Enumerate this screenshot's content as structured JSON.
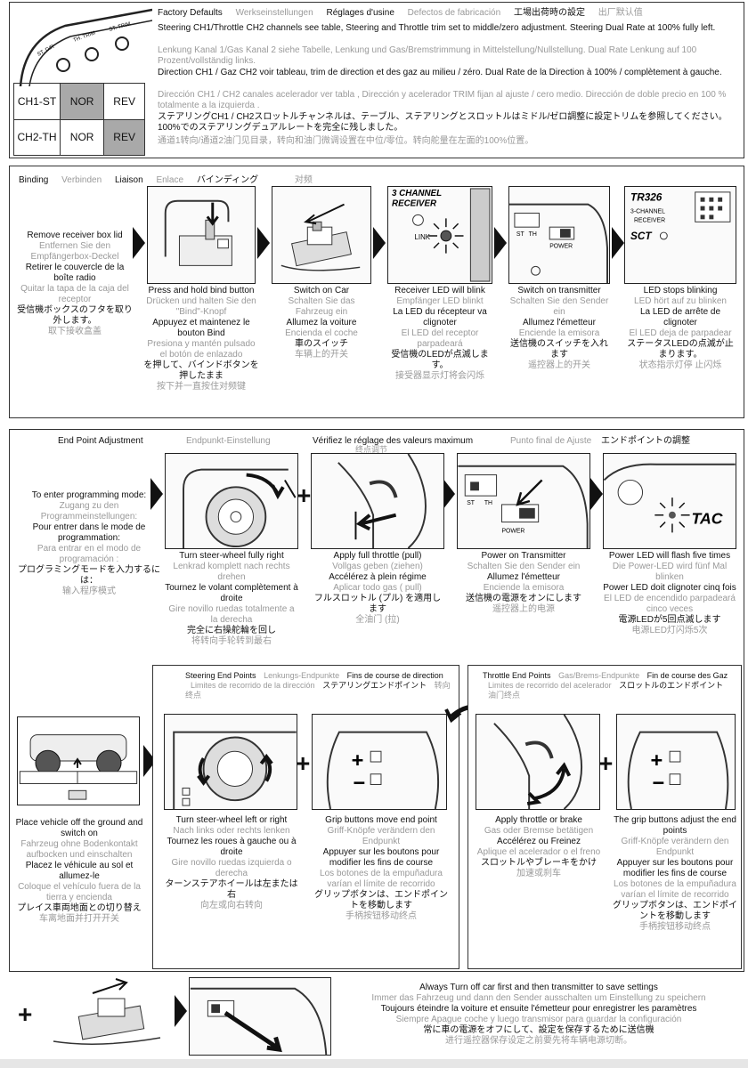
{
  "factory": {
    "headings": [
      "Factory Defaults",
      "Werkseinstellungen",
      "Réglages d'usine",
      "Defectos de fabricación",
      "工場出荷時の設定",
      "出厂默认值"
    ],
    "p_en": "Steering CH1/Throttle CH2 channels see table, Steering and Throttle trim set to middle/zero adjustment. Steering Dual Rate at 100% fully left.",
    "p_de": "Lenkung Kanal 1/Gas Kanal 2 siehe Tabelle, Lenkung und Gas/Bremstrimmung in Mittelstellung/Nullstellung. Dual Rate Lenkung auf 100 Prozent/vollständig links.",
    "p_fr": "Direction CH1 / Gaz CH2 voir tableau, trim de direction et des gaz au milieu / zéro. Dual Rate de la Direction à 100% / complètement à gauche.",
    "p_es": "Dirección CH1 / CH2 canales acelerador ver tabla , Dirección y acelerador TRIM fijan al ajuste / cero medio. Dirección de doble precio en 100 % totalmente a la izquierda .",
    "p_ja": "ステアリングCH1 / CH2スロットルチャンネルは、テーブル、ステアリングとスロットルはミドル/ゼロ調整に設定トリムを参照してください。 100%でのステアリングデュアルレートを完全に残しました。",
    "p_zh": "通道1转向/通道2油门见目录，转向和油门微调设置在中位/零位。转向舵量在左面的100%位置。",
    "knob_labels": [
      "ST. D/R",
      "TH. TRIM",
      "ST. TRIM"
    ],
    "table": [
      [
        "CH1-ST",
        "NOR",
        "REV"
      ],
      [
        "CH2-TH",
        "NOR",
        "REV"
      ]
    ]
  },
  "binding": {
    "headings": [
      "Binding",
      "Verbinden",
      "Liaison",
      "Enlace",
      "バインディング",
      "对频"
    ],
    "intro": {
      "en": "Remove receiver box lid",
      "de": "Entfernen Sie den Empfängerbox-Deckel",
      "fr": "Retirer le couvercle de la boîte radio",
      "es": "Quitar la tapa de la caja del receptor",
      "ja": "受信機ボックスのフタを取り外します。",
      "zh": "取下接收盒盖"
    },
    "steps": [
      {
        "en": "Press and hold bind button",
        "de": "Drücken und halten Sie den \"Bind\"-Knopf",
        "fr": "Appuyez et maintenez le bouton Bind",
        "es": "Presiona y mantén pulsado el botón de enlazado",
        "ja": "を押して、バインドボタンを押したまま",
        "zh": "按下并一直按住对频键"
      },
      {
        "en": "Switch on Car",
        "de": "Schalten Sie das Fahrzeug ein",
        "fr": "Allumez la voiture",
        "es": "Encienda el coche",
        "ja": "車のスイッチ",
        "zh": "车辆上的开关"
      },
      {
        "en": "Receiver LED will blink",
        "de": "Empfänger LED blinkt",
        "fr": "La LED du récepteur va clignoter",
        "es": "El LED del receptor parpadeará",
        "ja": "受信機のLEDが点滅します。",
        "zh": "接受器显示灯将会闪烁"
      },
      {
        "en": "Switch on transmitter",
        "de": "Schalten Sie den Sender ein",
        "fr": "Allumez l'émetteur",
        "es": "Enciende la emisora",
        "ja": "送信機のスイッチを入れます",
        "zh": "遥控器上的开关"
      },
      {
        "en": "LED stops blinking",
        "de": "LED hört auf zu blinken",
        "fr": "La LED de arrête de clignoter",
        "es": "El LED deja de parpadear",
        "ja": "ステータスLEDの点滅が止まります。",
        "zh": "状态指示灯停 止闪烁"
      }
    ],
    "fig_text": {
      "channel": "3 CHANNEL",
      "receiver": "RECEIVER",
      "link": "LINK",
      "model": "TR326",
      "three_ch": "3-CHANNEL",
      "receiver2": "RECEIVER",
      "sct": "SCT",
      "power": "POWER",
      "st": "ST",
      "th": "TH"
    }
  },
  "endpoint": {
    "headings": [
      "End Point Adjustment",
      "Endpunkt-Einstellung",
      "Vérifiez le réglage des valeurs maximum",
      "Punto final de Ajuste",
      "エンドポイントの調整"
    ],
    "overlap": "终点调节",
    "intro": {
      "en": "To enter programming mode:",
      "de": "Zugang zu den Programmeinstellungen:",
      "fr": "Pour entrer dans le mode de programmation:",
      "es": "Para entrar en el modo de programación :",
      "ja": "プログラミングモードを入力するには：",
      "zh": "输入程序模式"
    },
    "steps": [
      {
        "en": "Turn steer-wheel fully right",
        "de": "Lenkrad komplett nach rechts drehen",
        "fr": "Tournez le volant complètement à droite",
        "es": "Gire novillo ruedas totalmente a la derecha",
        "ja": "完全に右操舵輪を回し",
        "zh": "将转向手轮转到最右"
      },
      {
        "en": "Apply full throttle (pull)",
        "de": "Vollgas geben (ziehen)",
        "fr": "Accélérez à plein régime",
        "es": "Aplicar todo gas ( pull)",
        "ja": "フルスロットル (プル) を適用します",
        "zh": "全油门 (拉)"
      },
      {
        "en": "Power on Transmitter",
        "de": "Schalten Sie den Sender ein",
        "fr": "Allumez l'émetteur",
        "es": "Enciende la emisora",
        "ja": "送信機の電源をオンにします",
        "zh": "遥控器上的电源"
      },
      {
        "en": "Power LED will flash five times",
        "de": "Die Power-LED wird fünf Mal blinken",
        "fr": "Power LED doit clignoter cinq fois",
        "es": "El LED de encendido parpadeará cinco veces",
        "ja": "電源LEDが5回点滅します",
        "zh": "电源LED灯闪烁5次"
      }
    ],
    "fig_text": {
      "tac": "TAC",
      "power": "POWER",
      "st": "ST",
      "th": "TH"
    }
  },
  "steering_ep": {
    "headings": [
      "Steering End Points",
      "Lenkungs-Endpunkte",
      "Fins de course de direction",
      "Limites de recorrido de la dirección",
      "ステアリングエンドポイント",
      "转向终点"
    ],
    "steps": [
      {
        "en": "Turn steer-wheel left or right",
        "de": "Nach links oder rechts lenken",
        "fr": "Tournez les roues à gauche ou à droite",
        "es": "Gire novillo ruedas izquierda o derecha",
        "ja": "ターンステアホイールは左または右",
        "zh": "向左或向右转向"
      },
      {
        "en": "Grip buttons move end point",
        "de": "Griff-Knöpfe verändern den Endpunkt",
        "fr": "Appuyer sur les boutons pour modifier les fins de course",
        "es": "Los botones de la empuñadura varían el límite de recorrido",
        "ja": "グリップボタンは、エンドポイントを移動します",
        "zh": "手柄按钮移动终点"
      }
    ]
  },
  "throttle_ep": {
    "headings": [
      "Throttle End Points",
      "Gas/Brems-Endpunkte",
      "Fin de course des Gaz",
      "Limites de recorrido del acelerador",
      "スロットルのエンドポイント",
      "油门终点"
    ],
    "steps": [
      {
        "en": "Apply throttle or brake",
        "de": "Gas oder Bremse betätigen",
        "fr": "Accélérez ou Freinez",
        "es": "Aplique el acelerador o el freno",
        "ja": "スロットルやブレーキをかけ",
        "zh": "加速或刹车"
      },
      {
        "en": "The grip buttons adjust the end points",
        "de": "Griff-Knöpfe verändern den Endpunkt",
        "fr": "Appuyer sur les boutons pour modifier les fins de course",
        "es": "Los botones de la empuñadura varían el límite de recorrido",
        "ja": "グリップボタンは、エンドポイントを移動します",
        "zh": "手柄按钮移动终点"
      }
    ]
  },
  "vehicle": {
    "en": "Place vehicle off the ground and switch on",
    "de": "Fahrzeug ohne Bodenkontakt aufbocken und einschalten",
    "fr": "Placez le véhicule au sol et allumez-le",
    "es": "Coloque el vehículo fuera de la tierra y encienda",
    "ja": "プレイス車両地面との切り替え",
    "zh": "车离地面并打开开关"
  },
  "save": {
    "en": "Always Turn off car first and then transmitter to save settings",
    "de": "Immer das Fahrzeug und dann den Sender ausschalten um Einstellung zu speichern",
    "fr": "Toujours éteindre la voiture et ensuite l'émetteur pour enregistrer les paramètres",
    "es": "Siempre Apague coche y luego transmisor para guardar la configuración",
    "ja": "常に車の電源をオフにして、設定を保存するために送信機",
    "zh": "进行遥控器保存设定之前要先将车辆电源切断。"
  },
  "colors": {
    "line": "#333333",
    "gray_text": "#9a9a9a",
    "cell_gray": "#a9a9a9"
  }
}
